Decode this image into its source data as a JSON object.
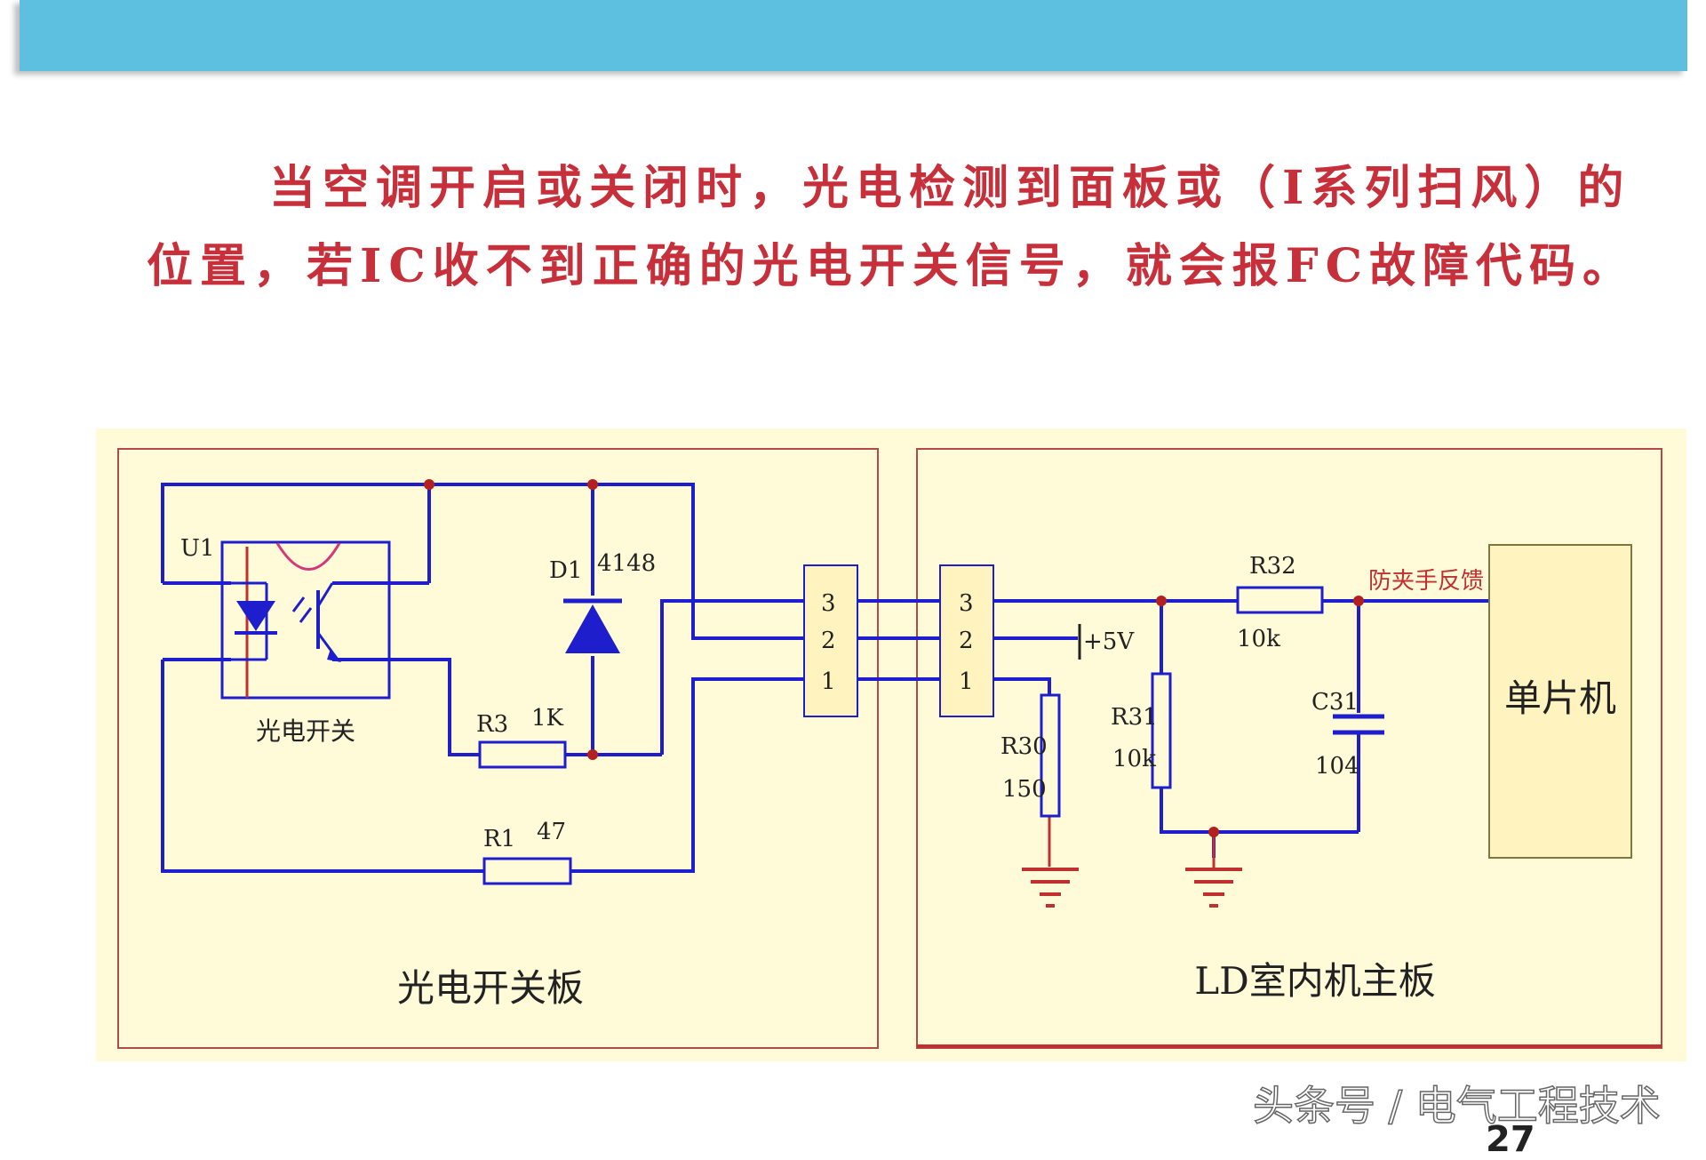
{
  "slide": {
    "description": "当空调开启或关闭时，光电检测到面板或（I系列扫风）的位置，若IC收不到正确的光电开关信号，就会报FC故障代码。",
    "watermark": "头条号 / 电气工程技术",
    "page_number": "27"
  },
  "colors": {
    "header_bar": "#5dc0e0",
    "text_red": "#c7303a",
    "wire_blue": "#1e1ecd",
    "node_red": "#b42020",
    "panel_fill": "#fffbd9",
    "connector_fill": "#fff3c0"
  },
  "schematic": {
    "left_board": {
      "title": "光电开关板",
      "u1_label": "U1",
      "u1_caption": "光电开关",
      "d1_label": "D1",
      "d1_value": "4148",
      "r3_label": "R3",
      "r3_value": "1K",
      "r1_label": "R1",
      "r1_value": "47",
      "connector_pins": [
        "3",
        "2",
        "1"
      ]
    },
    "right_board": {
      "title": "LD室内机主板",
      "connector_pins": [
        "3",
        "2",
        "1"
      ],
      "vcc_label": "+5V",
      "r30_label": "R30",
      "r30_value": "150",
      "r31_label": "R31",
      "r31_value": "10k",
      "r32_label": "R32",
      "r32_value": "10k",
      "c31_label": "C31",
      "c31_value": "104",
      "signal_label": "防夹手反馈",
      "mcu_label": "单片机"
    }
  }
}
